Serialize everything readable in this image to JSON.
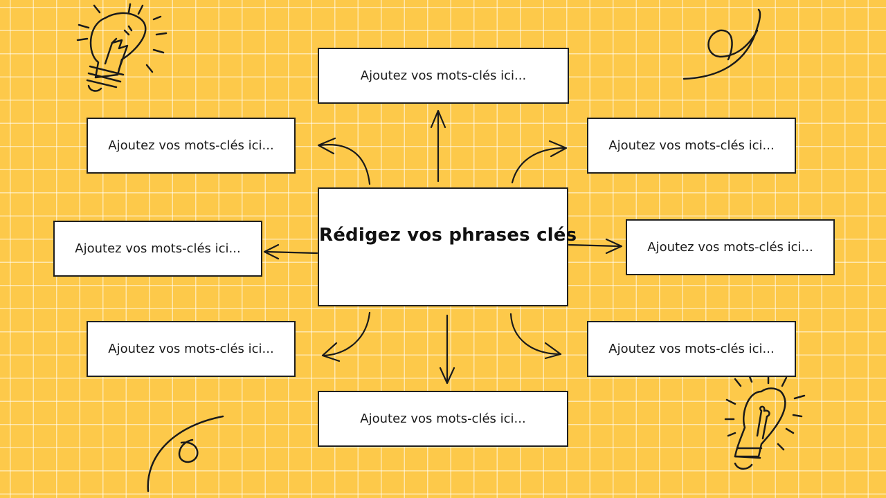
{
  "central_topic": "Rédigez vos phrases clés",
  "keyword_boxes": [
    {
      "position": "top",
      "text": "Ajoutez vos mots-clés ici..."
    },
    {
      "position": "upper-left",
      "text": "Ajoutez vos mots-clés ici..."
    },
    {
      "position": "upper-right",
      "text": "Ajoutez vos mots-clés ici..."
    },
    {
      "position": "middle-left",
      "text": "Ajoutez vos mots-clés ici..."
    },
    {
      "position": "middle-right",
      "text": "Ajoutez vos mots-clés ici..."
    },
    {
      "position": "lower-left",
      "text": "Ajoutez vos mots-clés ici..."
    },
    {
      "position": "lower-right",
      "text": "Ajoutez vos mots-clés ici..."
    },
    {
      "position": "bottom",
      "text": "Ajoutez vos mots-clés ici..."
    }
  ],
  "colors": {
    "background": "#fdc94a",
    "grid": "#ffffff",
    "box_fill": "#ffffff",
    "stroke": "#1f1f1f"
  },
  "icons": [
    "lightbulb-icon",
    "squiggle-doodle",
    "lightbulb-filament-icon",
    "curl-doodle"
  ]
}
